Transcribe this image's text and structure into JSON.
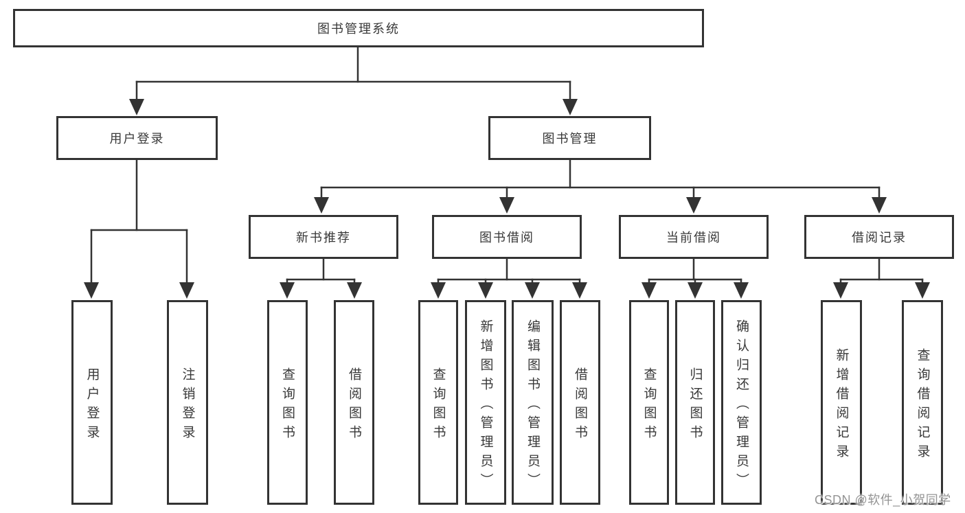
{
  "colors": {
    "background": "#ffffff",
    "box_border": "#333333",
    "connector_line": "#333333",
    "text": "#383838",
    "watermark_text": "#949494"
  },
  "watermark": {
    "text": "CSDN @软件_小贺同学"
  },
  "tree": {
    "root": {
      "label": "图书管理系统",
      "children": [
        {
          "label": "用户登录",
          "children": [
            {
              "label": "用户登录"
            },
            {
              "label": "注销登录"
            }
          ]
        },
        {
          "label": "图书管理",
          "children": [
            {
              "label": "新书推荐",
              "children": [
                {
                  "label": "查询图书"
                },
                {
                  "label": "借阅图书"
                }
              ]
            },
            {
              "label": "图书借阅",
              "children": [
                {
                  "label": "查询图书"
                },
                {
                  "label": "新增图书（管理员）"
                },
                {
                  "label": "编辑图书（管理员）"
                },
                {
                  "label": "借阅图书"
                }
              ]
            },
            {
              "label": "当前借阅",
              "children": [
                {
                  "label": "查询图书"
                },
                {
                  "label": "归还图书"
                },
                {
                  "label": "确认归还（管理员）"
                }
              ]
            },
            {
              "label": "借阅记录",
              "children": [
                {
                  "label": "新增借阅记录"
                },
                {
                  "label": "查询借阅记录"
                }
              ]
            }
          ]
        }
      ]
    }
  }
}
